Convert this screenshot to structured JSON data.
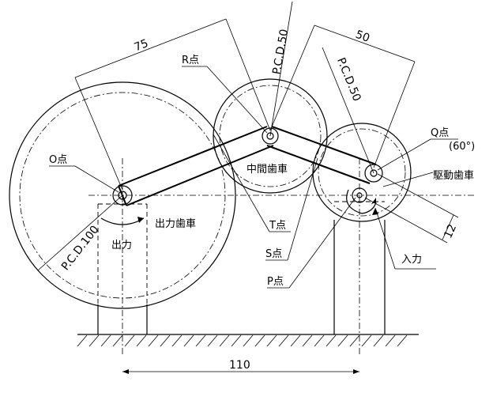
{
  "labels": {
    "o_point": "O点",
    "r_point": "R点",
    "q_point": "Q点",
    "q_angle": "(60°)",
    "t_point": "T点",
    "s_point": "S点",
    "p_point": "P点",
    "output_gear": "出力歯車",
    "output": "出力",
    "middle_gear": "中間歯車",
    "drive_gear": "駆動歯車",
    "input": "入力"
  },
  "dimensions": {
    "d75": "75",
    "d50": "50",
    "d110": "110",
    "d12": "12",
    "pcd50_mid": "P.C.D.50",
    "pcd50_drive": "P.C.D.50",
    "pcd100": "P.C.D.100"
  }
}
